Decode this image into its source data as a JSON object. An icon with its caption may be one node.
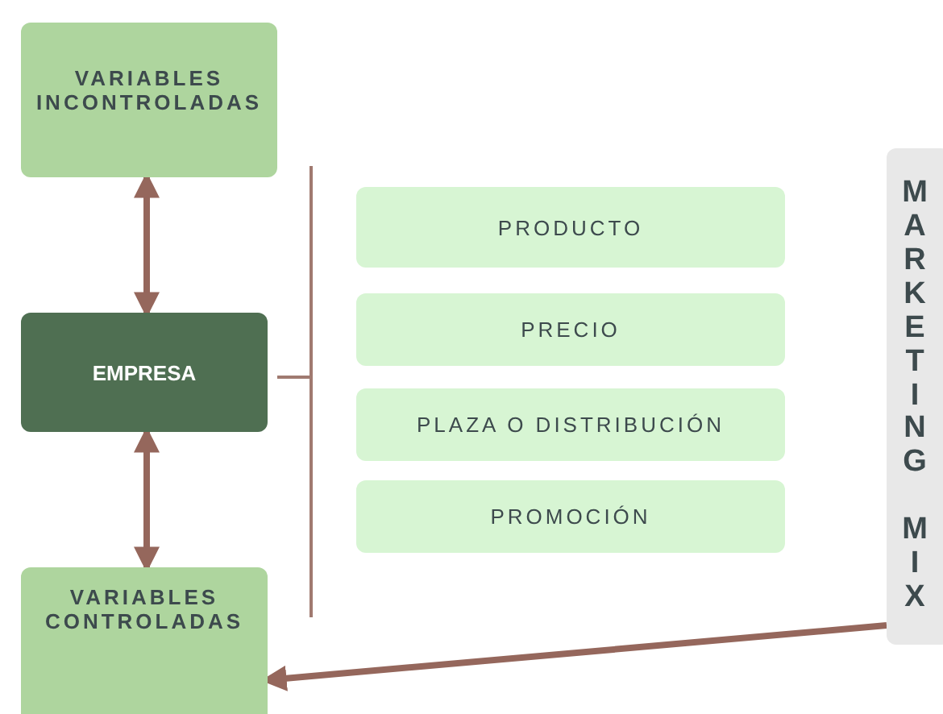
{
  "diagram": {
    "nodes": [
      {
        "text": [
          "VARIABLES INCONTROLADAS"
        ]
      },
      {
        "text": [
          "EMPRESA"
        ]
      },
      {
        "text": [
          "VARIABLES CONTROLADAS"
        ]
      },
      {
        "text": [
          "PRODUCTO"
        ]
      },
      {
        "text": [
          "PRECIO"
        ]
      },
      {
        "text": [
          "PLAZA O DISTRIBUCIÓN"
        ]
      },
      {
        "text": [
          "PROMOCIÓN"
        ]
      },
      {
        "text": [
          "MARKETING MIX"
        ]
      }
    ],
    "edges": [
      {
        "from": 0,
        "to": 1,
        "arrow": "both"
      },
      {
        "from": 1,
        "to": 2,
        "arrow": "both"
      },
      {
        "from": 7,
        "to": 2,
        "arrow": "to"
      }
    ]
  }
}
